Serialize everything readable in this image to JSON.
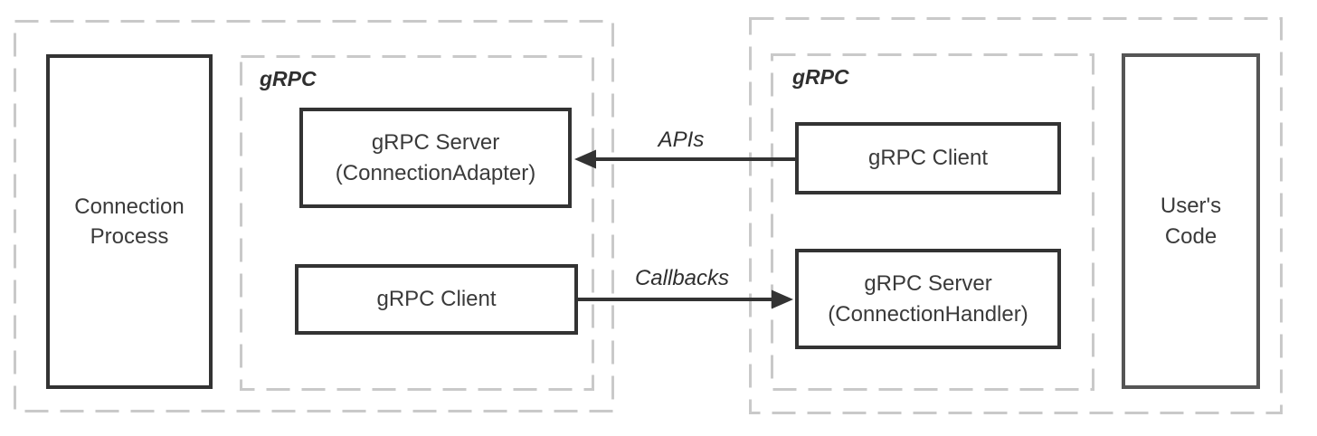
{
  "diagram": {
    "colors": {
      "background": "#ffffff",
      "solid_border": "#333333",
      "users_code_border": "#555555",
      "dashed_border": "#c9c9c9",
      "text": "#3a3a3a",
      "arrow": "#333333"
    },
    "left_region": {
      "process_box": {
        "line1": "Connection",
        "line2": "Process"
      },
      "grpc_group_label": "gRPC",
      "server_box": {
        "line1": "gRPC Server",
        "line2": "(ConnectionAdapter)"
      },
      "client_box": {
        "label": "gRPC Client"
      }
    },
    "right_region": {
      "grpc_group_label": "gRPC",
      "client_box": {
        "label": "gRPC Client"
      },
      "server_box": {
        "line1": "gRPC Server",
        "line2": "(ConnectionHandler)"
      },
      "code_box": {
        "line1": "User's",
        "line2": "Code"
      }
    },
    "arrows": [
      {
        "label": "APIs",
        "direction": "left"
      },
      {
        "label": "Callbacks",
        "direction": "right"
      }
    ]
  }
}
